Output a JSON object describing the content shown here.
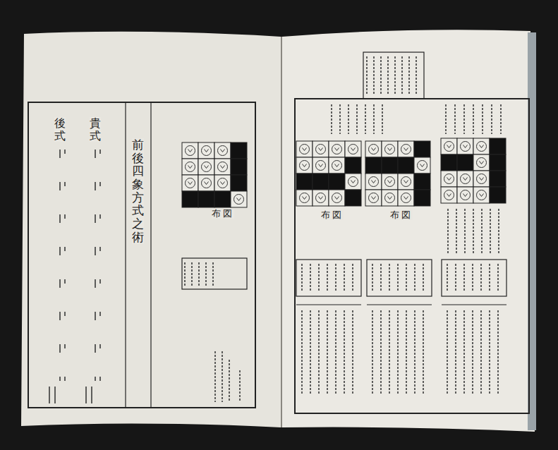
{
  "diagram": {
    "title": "前後四象方式之術",
    "labels": [
      "貴式",
      "後式",
      "布図",
      "布図",
      "布図"
    ]
  }
}
